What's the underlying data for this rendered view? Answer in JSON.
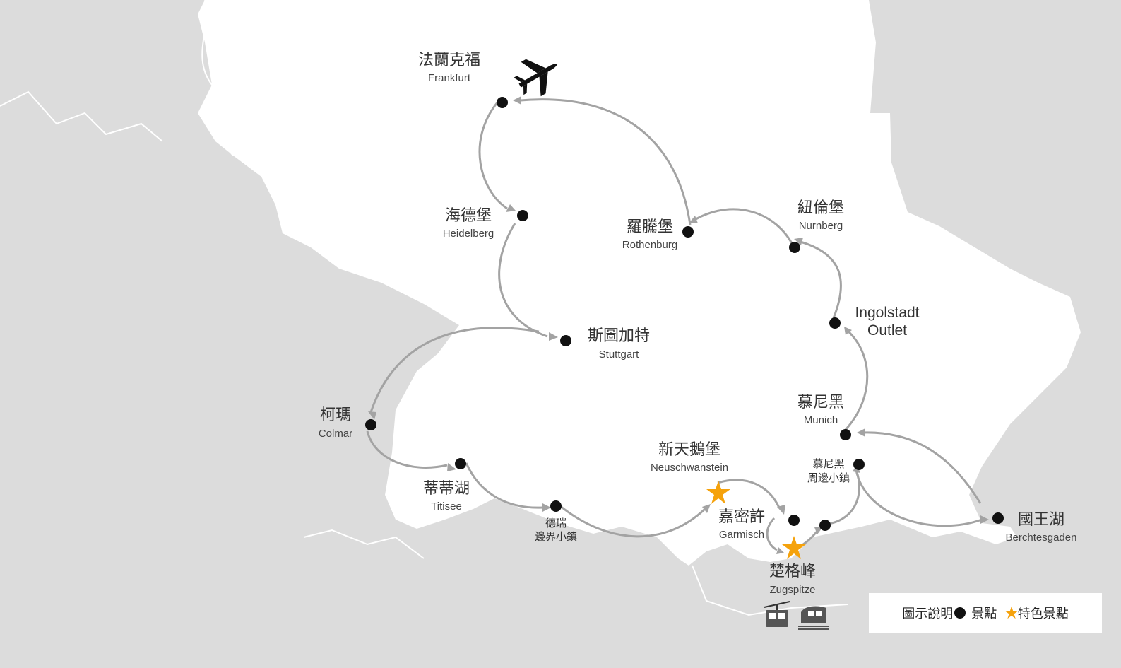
{
  "colors": {
    "land_inside": "#ffffff",
    "land_outside": "#dcdcdc",
    "route": "#a3a3a3",
    "dot": "#111111",
    "star": "#f5a20c"
  },
  "stops": {
    "frankfurt": {
      "zh": "法蘭克福",
      "en": "Frankfurt"
    },
    "heidelberg": {
      "zh": "海德堡",
      "en": "Heidelberg"
    },
    "stuttgart": {
      "zh": "斯圖加特",
      "en": "Stuttgart"
    },
    "colmar": {
      "zh": "柯瑪",
      "en": "Colmar"
    },
    "titisee": {
      "zh": "蒂蒂湖",
      "en": "Titisee"
    },
    "border_town": {
      "zh1": "德瑞",
      "zh2": "邊界小鎮"
    },
    "neuschwanstein": {
      "zh": "新天鵝堡",
      "en": "Neuschwanstein"
    },
    "garmisch": {
      "zh": "嘉密許",
      "en": "Garmisch"
    },
    "zugspitze": {
      "zh": "楚格峰",
      "en": "Zugspitze"
    },
    "munich_towns": {
      "zh1": "慕尼黑",
      "zh2": "周邊小鎮"
    },
    "berchtesgaden": {
      "zh": "國王湖",
      "en": "Berchtesgaden"
    },
    "munich": {
      "zh": "慕尼黑",
      "en": "Munich"
    },
    "ingolstadt": {
      "en1": "Ingolstadt",
      "en2": "Outlet"
    },
    "nurnberg": {
      "zh": "紐倫堡",
      "en": "Nurnberg"
    },
    "rothenburg": {
      "zh": "羅騰堡",
      "en": "Rothenburg"
    }
  },
  "icons": [
    "airplane-icon",
    "cable-car-icon",
    "cog-train-icon"
  ],
  "legend": {
    "title": "圖示說明",
    "dot_label": "景點",
    "star_label": "特色景點"
  }
}
